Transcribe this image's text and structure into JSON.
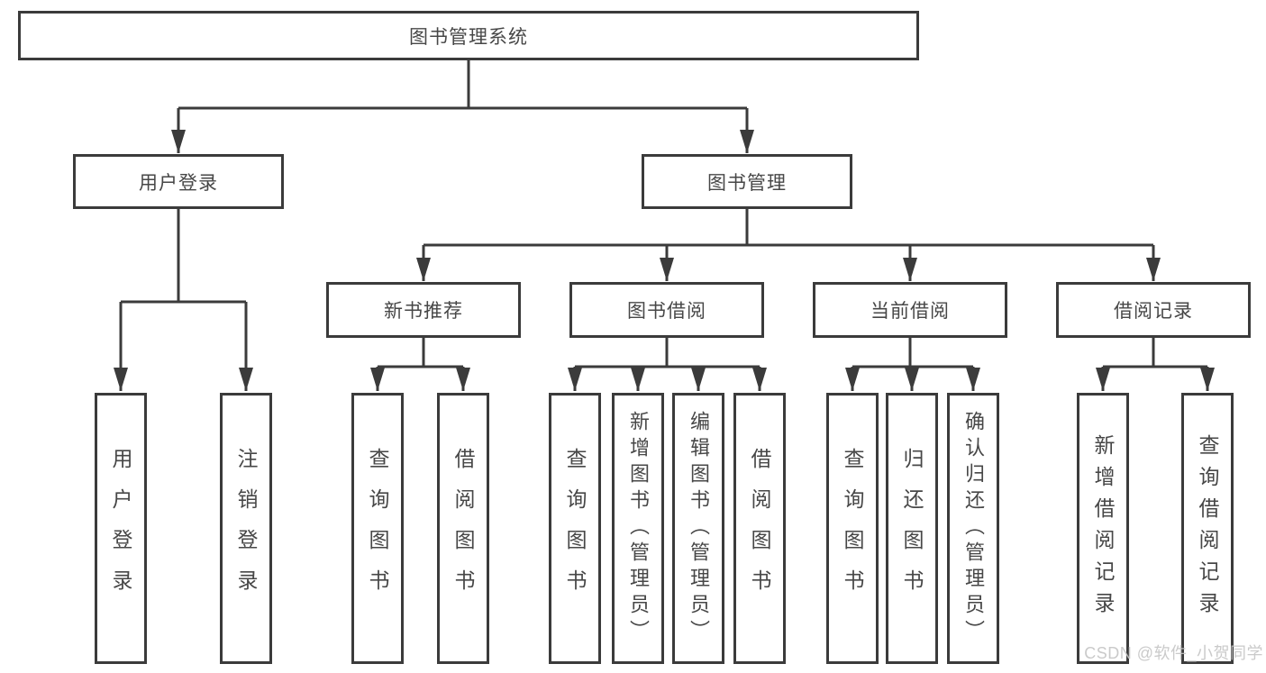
{
  "diagram": {
    "title": "图书管理系统",
    "children": [
      {
        "label": "用户登录",
        "children": [
          {
            "label": "用户登录"
          },
          {
            "label": "注销登录"
          }
        ]
      },
      {
        "label": "图书管理",
        "children": [
          {
            "label": "新书推荐",
            "children": [
              {
                "label": "查询图书"
              },
              {
                "label": "借阅图书"
              }
            ]
          },
          {
            "label": "图书借阅",
            "children": [
              {
                "label": "查询图书"
              },
              {
                "label": "新增图书（管理员）"
              },
              {
                "label": "编辑图书（管理员）"
              },
              {
                "label": "借阅图书"
              }
            ]
          },
          {
            "label": "当前借阅",
            "children": [
              {
                "label": "查询图书"
              },
              {
                "label": "归还图书"
              },
              {
                "label": "确认归还（管理员）"
              }
            ]
          },
          {
            "label": "借阅记录",
            "children": [
              {
                "label": "新增借阅记录"
              },
              {
                "label": "查询借阅记录"
              }
            ]
          }
        ]
      }
    ]
  },
  "watermark": {
    "text": "CSDN @软件_小贺同学",
    "color": "#c5c5c5"
  },
  "palette": {
    "line": "#3b3b3b",
    "box_background": "#ffffff",
    "label_text": "#474747"
  }
}
